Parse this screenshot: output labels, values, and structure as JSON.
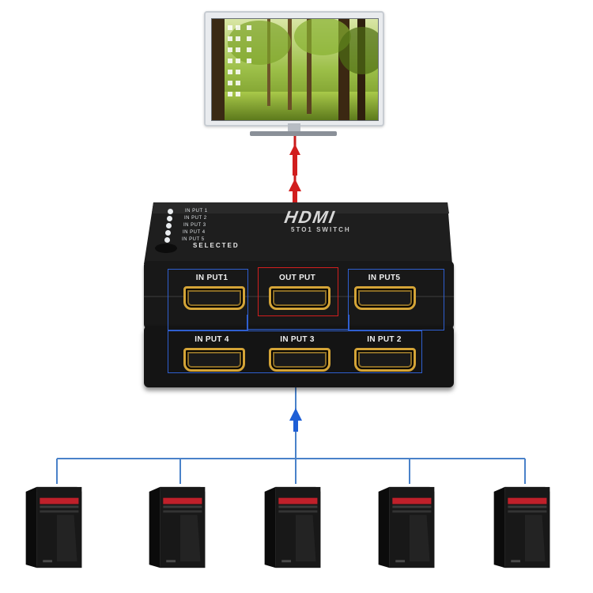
{
  "switch": {
    "brand": "HDMI",
    "subtitle": "5TO1 SWITCH",
    "selected_label": "SELECTED",
    "led_labels": [
      "IN PUT 1",
      "IN PUT 2",
      "IN PUT 3",
      "IN PUT 4",
      "IN PUT 5"
    ],
    "ports_top": [
      "IN PUT1",
      "OUT PUT",
      "IN PUT5"
    ],
    "ports_bottom": [
      "IN PUT 4",
      "IN PUT 3",
      "IN PUT 2"
    ]
  },
  "colors": {
    "output_highlight": "#d11e1e",
    "input_highlight": "#2f5fd0",
    "output_arrow": "#d11e1e",
    "input_arrow": "#1f5fd6",
    "connector_lines": "#4a82c9"
  },
  "computers": {
    "count": 5
  }
}
